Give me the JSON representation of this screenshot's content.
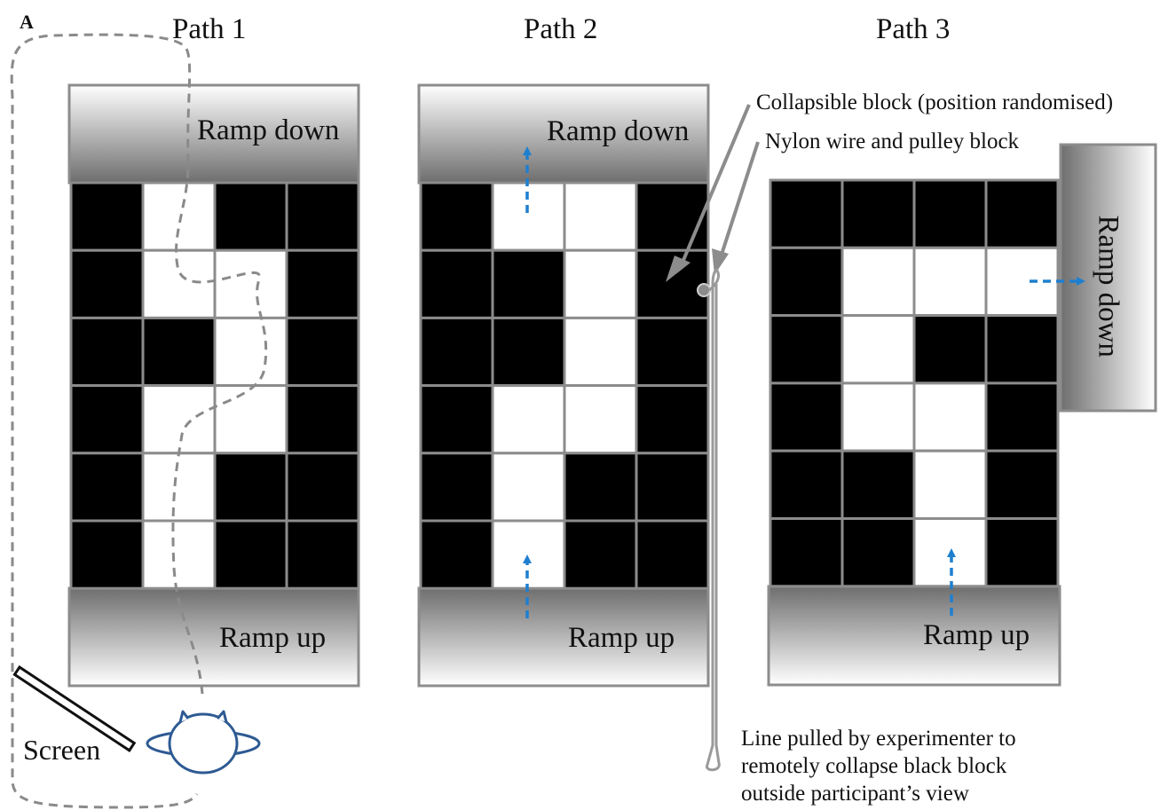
{
  "figure": {
    "panel_letter": "A",
    "paths": [
      {
        "title": "Path 1",
        "ramp_down_label": "Ramp down",
        "ramp_up_label": "Ramp up",
        "grid": [
          [
            1,
            0,
            1,
            1
          ],
          [
            1,
            0,
            0,
            1
          ],
          [
            1,
            1,
            0,
            1
          ],
          [
            1,
            0,
            0,
            1
          ],
          [
            1,
            0,
            1,
            1
          ],
          [
            1,
            0,
            1,
            1
          ]
        ]
      },
      {
        "title": "Path 2",
        "ramp_down_label": "Ramp down",
        "ramp_up_label": "Ramp up",
        "grid": [
          [
            1,
            0,
            0,
            1
          ],
          [
            1,
            1,
            0,
            1
          ],
          [
            1,
            1,
            0,
            1
          ],
          [
            1,
            0,
            0,
            1
          ],
          [
            1,
            0,
            1,
            1
          ],
          [
            1,
            0,
            1,
            1
          ]
        ]
      },
      {
        "title": "Path 3",
        "ramp_down_label": "Ramp down",
        "ramp_up_label": "Ramp up",
        "grid": [
          [
            1,
            1,
            1,
            1
          ],
          [
            1,
            0,
            0,
            0
          ],
          [
            1,
            0,
            1,
            1
          ],
          [
            1,
            0,
            0,
            1
          ],
          [
            1,
            1,
            0,
            1
          ],
          [
            1,
            1,
            0,
            1
          ]
        ]
      }
    ],
    "annotations": {
      "collapsible_block": "Collapsible block (position randomised)",
      "nylon_wire": "Nylon wire and pulley block",
      "line_pulled": [
        "Line pulled by experimenter to",
        "remotely collapse black block",
        "outside participant’s view"
      ],
      "screen": "Screen"
    },
    "colors": {
      "block": "#000000",
      "open_cell": "#ffffff",
      "grid_line": "#8c8c8c",
      "ramp_dark": "#7a7a7a",
      "ramp_light": "#ffffff",
      "arrow": "#1f7fcf",
      "route": "#8a8a8a",
      "participant": "#2e5a93",
      "wire": "#9a9a9a"
    },
    "icons": [
      "participant-head-icon",
      "screen-icon",
      "pulley-icon"
    ]
  }
}
